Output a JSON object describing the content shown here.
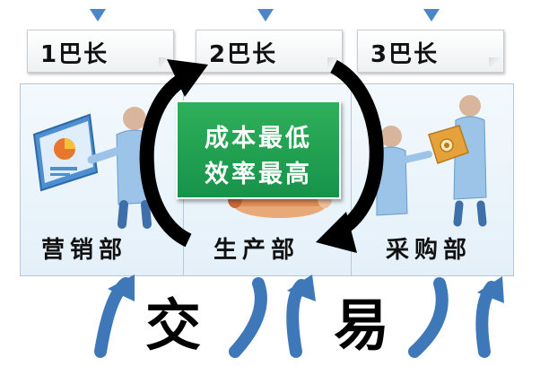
{
  "managers": [
    {
      "label": "1巴长"
    },
    {
      "label": "2巴长"
    },
    {
      "label": "3巴长"
    }
  ],
  "departments": [
    {
      "label": "营销部",
      "icon": "presentation-person-icon"
    },
    {
      "label": "生产部",
      "icon": "conveyor-roller-icon"
    },
    {
      "label": "采购部",
      "icon": "people-with-package-icon"
    }
  ],
  "center_box": {
    "line1": "成本最低",
    "line2": "效率最高",
    "color": "#1e9e50"
  },
  "trade": {
    "char1": "交",
    "char2": "易",
    "arrow_color": "#3f78b8"
  },
  "cycle_arrow_color": "#000000"
}
